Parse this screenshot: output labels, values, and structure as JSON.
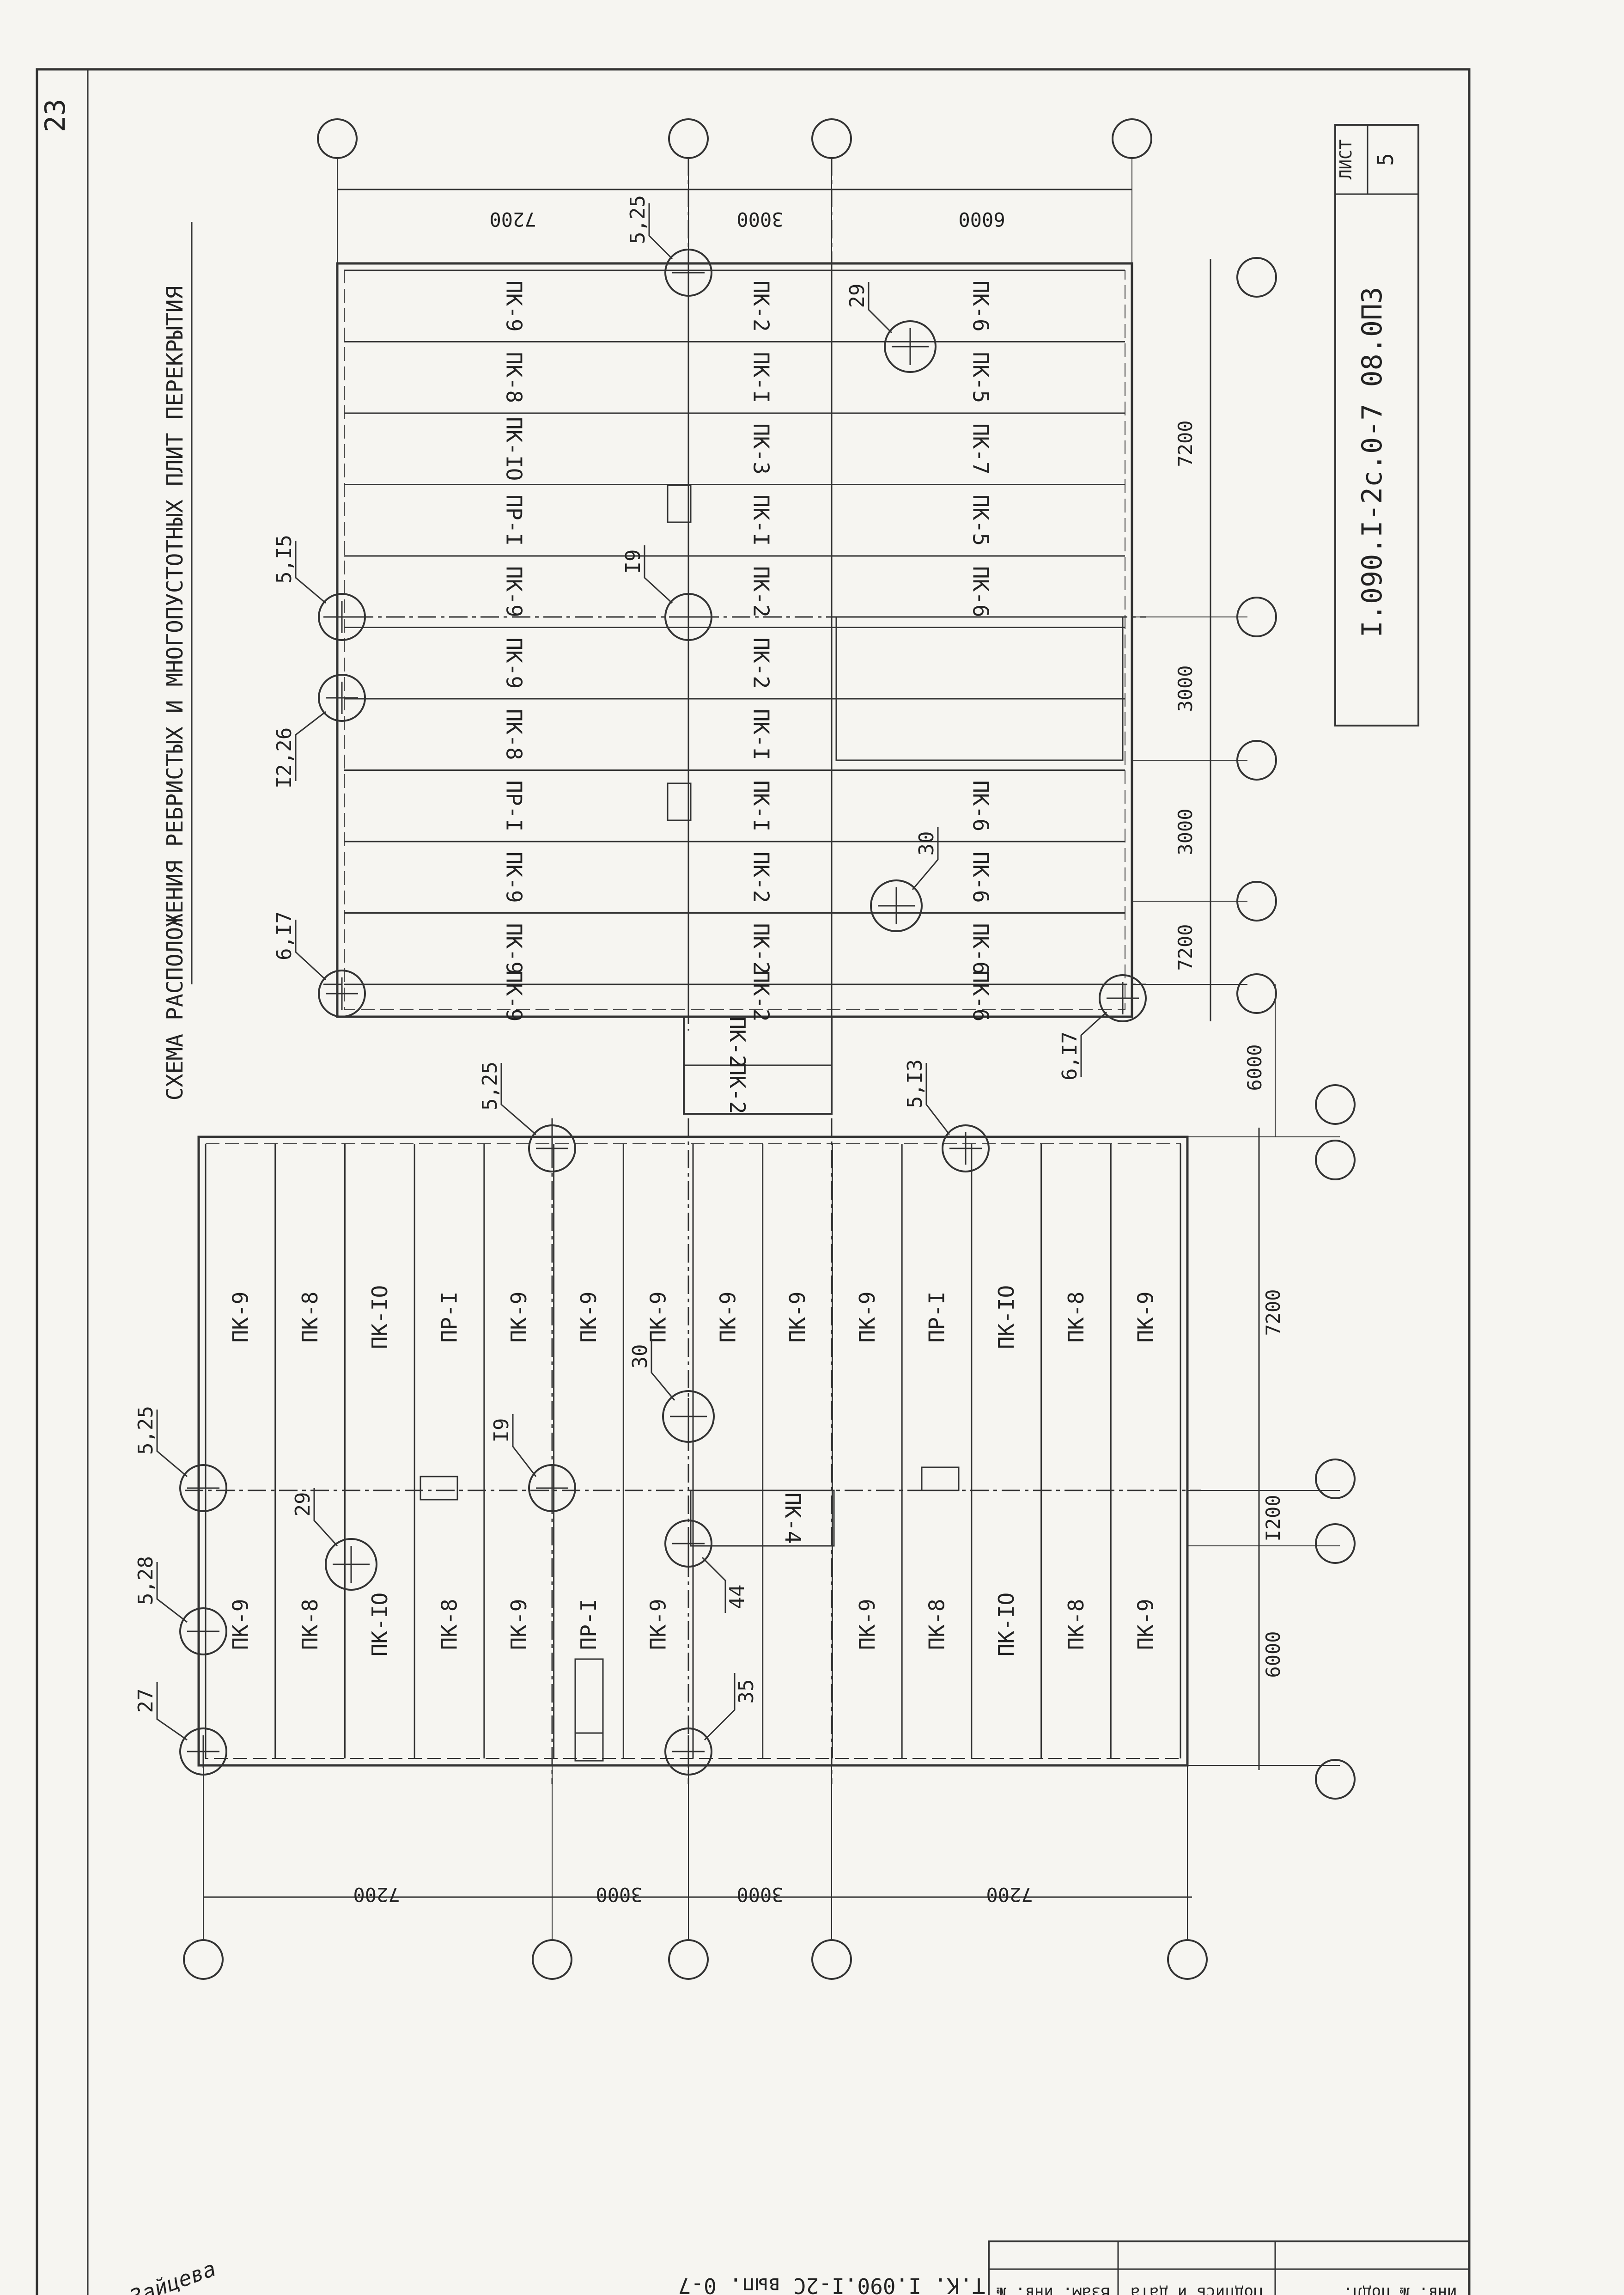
{
  "sheet": {
    "page_number": "23",
    "title": "СХЕМА РАСПОЛОЖЕНИЯ РЕБРИСТЫХ И МНОГОПУСТОТНЫХ ПЛИТ ПЕРЕКРЫТИЯ",
    "code": "I.090.I-2c.0-7 08.0ПЗ",
    "sheet_label": "ЛИСТ",
    "sheet_no": "5",
    "footer_ref": "Т.К. I.090.I-2С вып. 0-7",
    "signature": "Зайцева"
  },
  "stamp": {
    "inv_orig": "Инв. № подл.",
    "sign_date": "Подпись и дата",
    "inv_repl": "Взам. инв. №"
  },
  "left_block": {
    "rows": [
      [
        "ПК-9",
        "ПК-9"
      ],
      [
        "ПК-8",
        "ПК-8"
      ],
      [
        "ПК-IO",
        "ПК-IO"
      ],
      [
        "ПР-I",
        "ПК-8"
      ],
      [
        "ПК-9",
        "ПК-9"
      ],
      [
        "ПК-9",
        "ПР-I"
      ],
      [
        "ПК-9",
        "ПК-9"
      ],
      [
        "ПК-9",
        ""
      ],
      [
        "ПК-9",
        ""
      ],
      [
        "ПК-9",
        "ПК-9"
      ],
      [
        "ПР-I",
        "ПК-8"
      ],
      [
        "ПК-IO",
        "ПК-IO"
      ],
      [
        "ПК-8",
        "ПК-8"
      ],
      [
        "ПК-9",
        "ПК-9"
      ]
    ],
    "extra_panel": "ПК-4",
    "dims_bottom": [
      "7200",
      "3000",
      "3000",
      "7200"
    ],
    "dims_right": [
      "7200",
      "I200",
      "6000"
    ],
    "node_labels": {
      "top": "5,25",
      "mid_top": "5,25",
      "left1": "5,28",
      "left2": "27",
      "n29": "29",
      "n19": "I9",
      "n30": "30",
      "n44": "44",
      "n35": "35",
      "right_top": "5,I3"
    }
  },
  "link_panels": [
    "ПК-2",
    "ПК-2"
  ],
  "right_block": {
    "labels_row1": [
      "ПК-9",
      "ПК-8",
      "ПК-IO",
      "ПР-I",
      "ПК-9",
      "ПК-9",
      "ПК-8",
      "ПР-I",
      "ПК-9",
      "ПК-9"
    ],
    "labels_row2": [
      "ПК-2",
      "ПК-I",
      "ПК-3",
      "ПК-I",
      "ПК-2",
      "ПК-2",
      "ПК-I",
      "ПК-I",
      "ПК-2",
      "ПК-2"
    ],
    "labels_row3": [
      "ПК-6",
      "ПК-5",
      "ПК-7",
      "ПК-5",
      "ПК-6",
      "",
      "",
      "ПК-6",
      "ПК-6",
      "ПК-6"
    ],
    "split_labels": [
      "ПК-9",
      "ПК-2",
      "ПК-6"
    ],
    "dims_top": [
      "7200",
      "3000",
      "6000"
    ],
    "dims_bottom": [
      "7200",
      "3000",
      "3000",
      "7200"
    ],
    "extra_dim": "6000",
    "node_labels": {
      "n525": "5,25",
      "n515": "5,I5",
      "n1226": "I2,26",
      "n617a": "6,I7",
      "n19": "I9",
      "n29": "29",
      "n30": "30",
      "n617b": "6,I7"
    }
  }
}
